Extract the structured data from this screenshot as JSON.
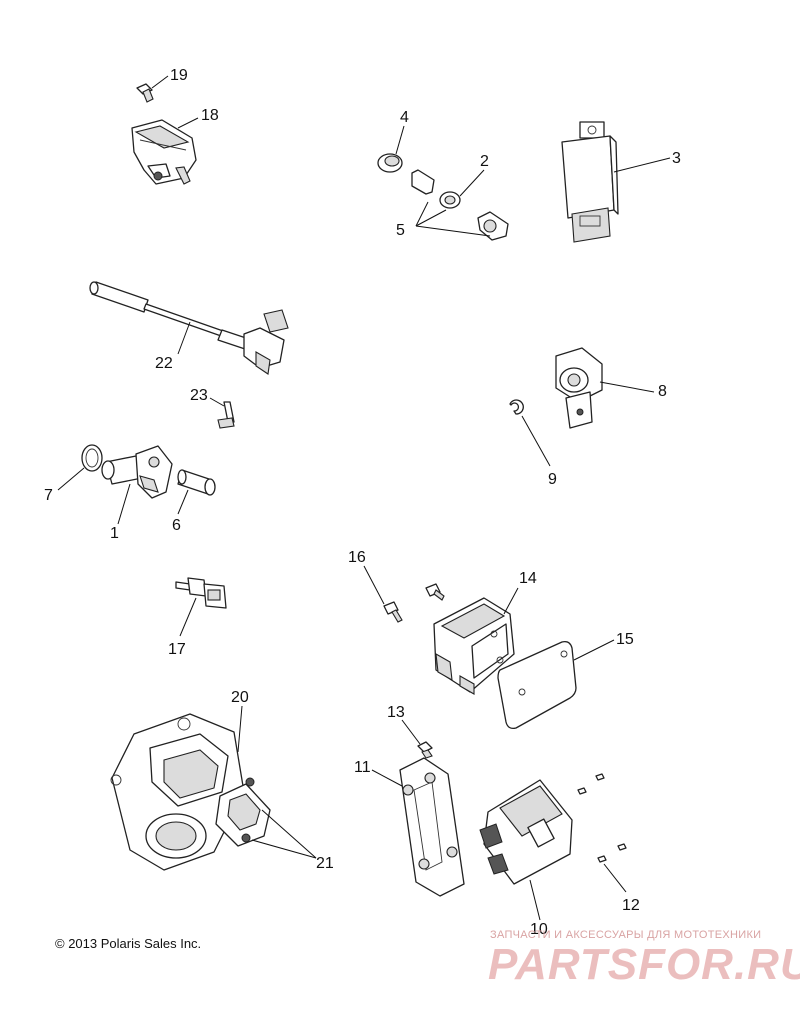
{
  "callouts": {
    "c1": "1",
    "c2": "2",
    "c3": "3",
    "c4": "4",
    "c5": "5",
    "c6": "6",
    "c7": "7",
    "c8": "8",
    "c9": "9",
    "c10": "10",
    "c11": "11",
    "c12": "12",
    "c13": "13",
    "c14": "14",
    "c15": "15",
    "c16": "16",
    "c17": "17",
    "c18": "18",
    "c19": "19",
    "c20": "20",
    "c21": "21",
    "c22": "22",
    "c23": "23"
  },
  "footer": {
    "copyright": "© 2013 Polaris Sales Inc."
  },
  "watermark": {
    "tagline": "ЗАПЧАСТИ И АКСЕССУАРЫ ДЛЯ МОТОТЕХНИКИ",
    "logo": "PARTSFOR.RU"
  }
}
